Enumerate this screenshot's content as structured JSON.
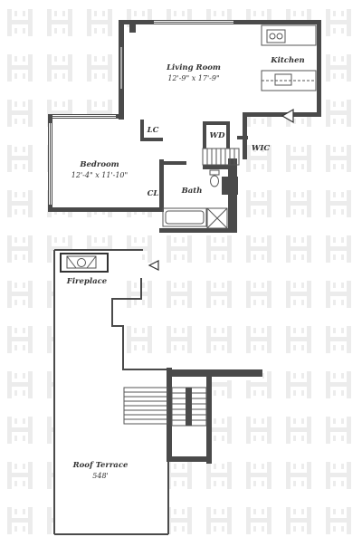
{
  "rooms": {
    "living_room": {
      "name": "Living Room",
      "dims": "12'-9\" x 17'-9\""
    },
    "kitchen": {
      "name": "Kitchen"
    },
    "bedroom": {
      "name": "Bedroom",
      "dims": "12'-4\" x 11'-10\""
    },
    "bath": {
      "name": "Bath"
    },
    "closet_lc": {
      "name": "LC"
    },
    "closet_cl": {
      "name": "CL"
    },
    "washer_dryer": {
      "name": "WD"
    },
    "walk_in_closet": {
      "name": "WIC"
    },
    "fireplace": {
      "name": "Fireplace"
    },
    "roof_terrace": {
      "name": "Roof Terrace",
      "dims": "548'"
    }
  },
  "colors": {
    "wall": "#4a4a4a",
    "watermark": "#ececec",
    "text": "#333333"
  },
  "icons": [
    "entry-arrow-icon",
    "fireplace-icon",
    "stairs-icon",
    "watermark-logo-icon"
  ]
}
